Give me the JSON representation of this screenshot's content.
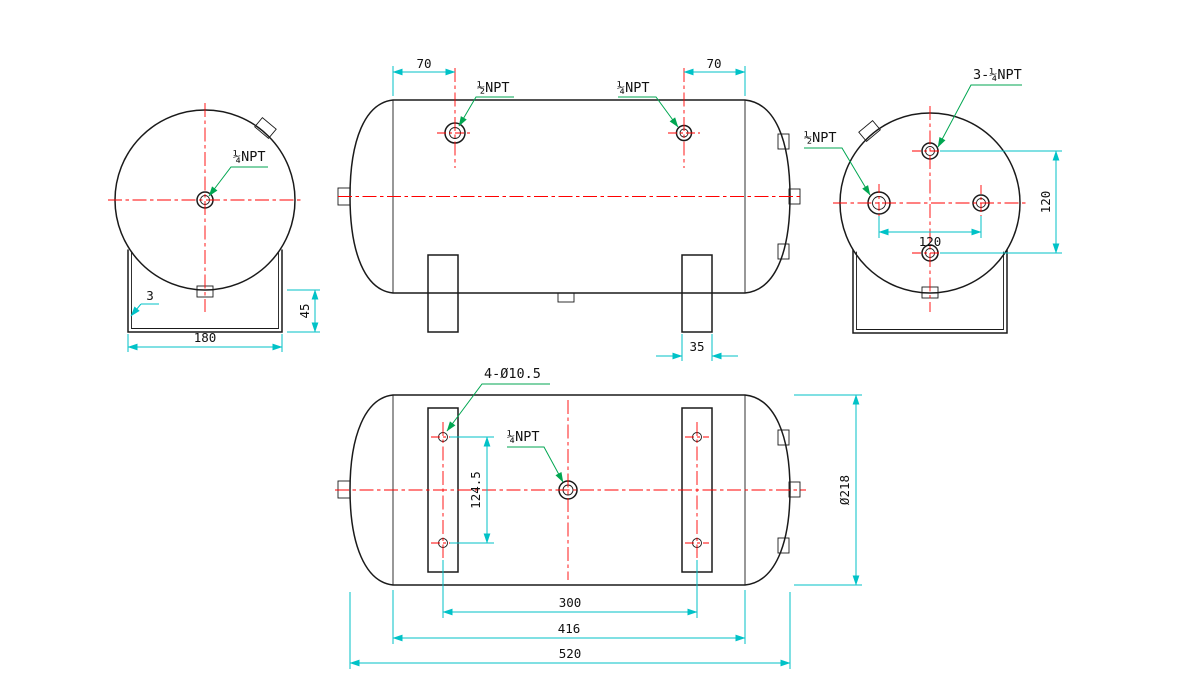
{
  "colors": {
    "outline": "#1a1a1a",
    "centerline": "#ff0000",
    "dimension": "#00c2c7",
    "leader": "#00a651",
    "text": "#111111",
    "background": "#ffffff"
  },
  "views": {
    "left_end": {
      "port_label": "¼NPT",
      "dims": {
        "base_width": "180",
        "ground_clearance": "45",
        "plate_thickness": "3"
      }
    },
    "side": {
      "port_half_label": "½NPT",
      "port_quarter_label": "¼NPT",
      "dims": {
        "left_port_offset": "70",
        "right_port_offset": "70",
        "bracket_width": "35"
      }
    },
    "right_end": {
      "ports_label": "3-¼NPT",
      "port_half_label": "½NPT",
      "dims": {
        "horizontal_port_spacing": "120",
        "vertical_port_spacing": "120"
      }
    },
    "top": {
      "holes_label": "4-Ø10.5",
      "port_label": "¼NPT",
      "dims": {
        "hole_spacing": "124.5",
        "bracket_spacing": "300",
        "tangent_length": "416",
        "overall_length": "520",
        "diameter": "Ø218"
      }
    }
  }
}
